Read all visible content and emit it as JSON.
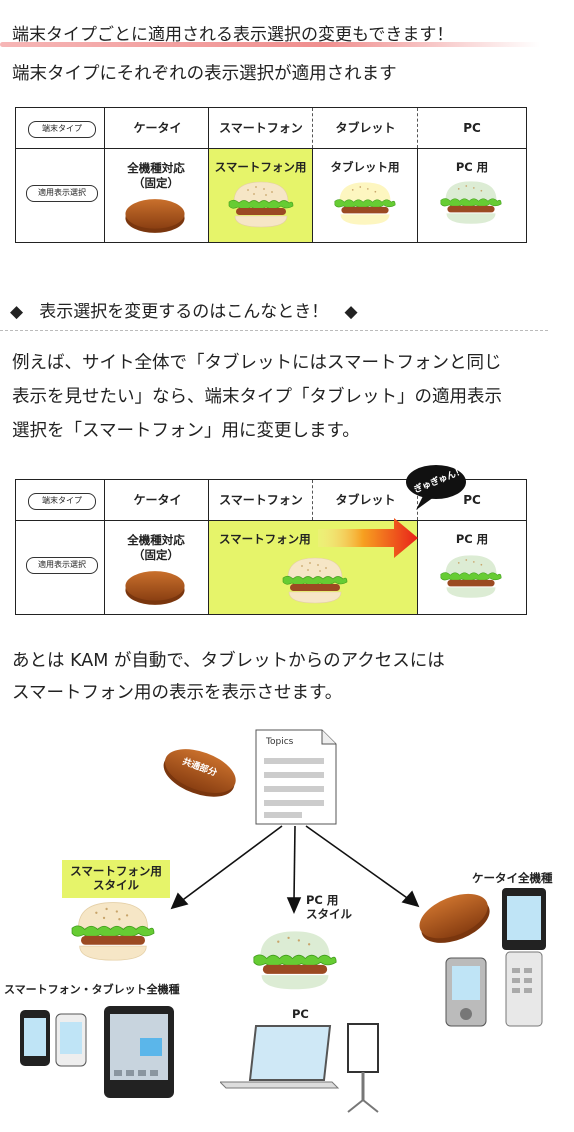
{
  "heading": "端末タイプごとに適用される表示選択の変更もできます！",
  "intro": "端末タイプにそれぞれの表示選択が適用されます",
  "table1": {
    "row_label_device": "端末タイプ",
    "row_label_display": "適用表示選択",
    "columns": [
      "ケータイ",
      "スマートフォン",
      "タブレット",
      "PC"
    ],
    "cells": [
      "全機種対応\n（固定）",
      "スマートフォン用",
      "タブレット用",
      "PC 用"
    ]
  },
  "section": {
    "marker": "◆",
    "title": "表示選択を変更するのはこんなとき！"
  },
  "example_lines": [
    "例えば、サイト全体で「タブレットにはスマートフォンと同じ",
    "表示を見せたい」なら、端末タイプ「タブレット」の適用表示",
    "選択を「スマートフォン」用に変更します。"
  ],
  "table2": {
    "row_label_device": "端末タイプ",
    "row_label_display": "適用表示選択",
    "columns": [
      "ケータイ",
      "スマートフォン",
      "タブレット",
      "PC"
    ],
    "cell_keitai": "全機種対応\n（固定）",
    "cell_smart": "スマートフォン用",
    "cell_pc": "PC 用",
    "bubble": "ぎゅぎゅん！"
  },
  "outro_lines": [
    "あとは KAM が自動で、タブレットからのアクセスには",
    "スマートフォン用の表示を表示させます。"
  ],
  "diagram": {
    "common_part": "共通部分",
    "topics": "Topics",
    "smart_style": "スマートフォン用\nスタイル",
    "pc_style": "PC 用\nスタイル",
    "keitai_all": "ケータイ全機種",
    "smart_tablet_all": "スマートフォン・タブレット全機種",
    "pc": "PC"
  },
  "colors": {
    "highlight": "#e6f46a",
    "cookie": "#b35a1f",
    "arrow_red": "#e8211a",
    "heading_underline": "#ef8e8e"
  }
}
